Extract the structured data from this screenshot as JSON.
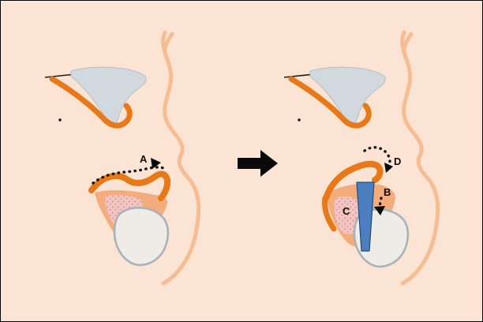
{
  "diagram": {
    "panel_count": 2,
    "transition_arrow_direction": "right"
  },
  "labels": {
    "a": "A",
    "b": "B",
    "c": "C",
    "d": "D"
  },
  "colors": {
    "background": "#fce4d4",
    "membrane_orange": "#e87818",
    "soft_tissue_line": "#f6bd92",
    "maxilla_region": "#f3ad7d",
    "bone_gray": "#d2d9de",
    "graft_pink": "#f2c5c3",
    "implant_blue": "#4d7fc0",
    "annotation": "#0a0a0a"
  }
}
